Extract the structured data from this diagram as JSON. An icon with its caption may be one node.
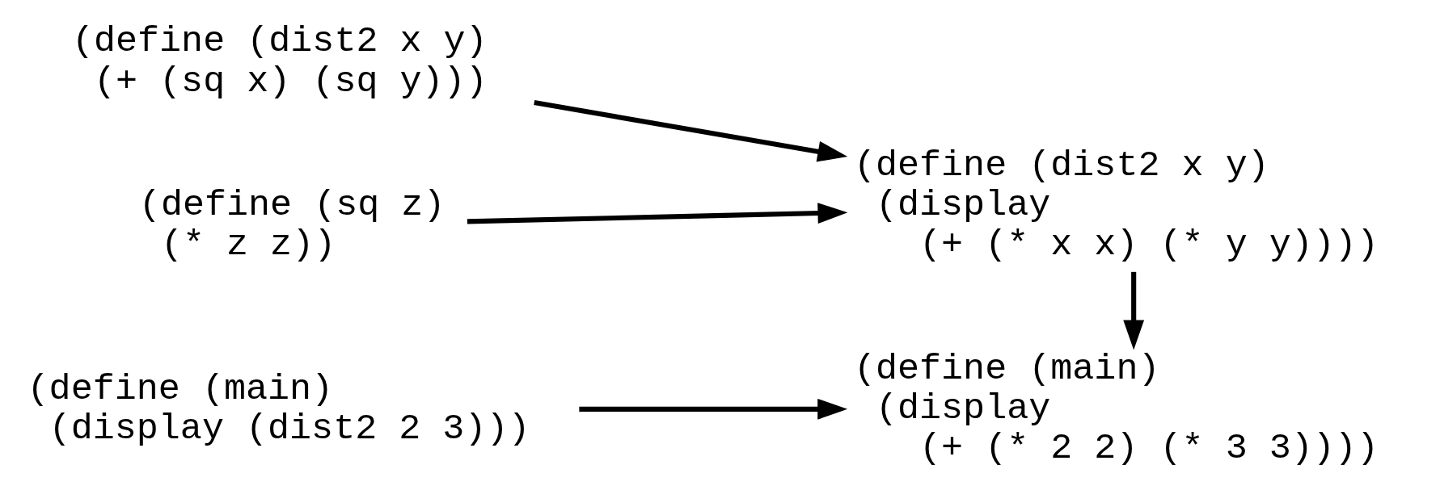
{
  "diagram": {
    "nodes": [
      {
        "text": [
          "(define (main)",
          "(display (dist2 2 3)))"
        ]
      },
      {
        "text": [
          "(define (dist2 x y)",
          "(+ (sq x) (sq y)))"
        ]
      },
      {
        "text": [
          "(define (sq z)",
          "(* z z))"
        ]
      },
      {
        "text": [
          "(define (main)",
          "(display",
          "(+ (* 2 2) (* 3 3))))"
        ]
      },
      {
        "text": [
          "(define (dist2 x y)",
          "(display",
          "(+ (* x x) (* y y))))"
        ]
      }
    ],
    "edges": [
      {
        "from": 0,
        "to": 3,
        "arrow": "to"
      },
      {
        "from": 1,
        "to": 4,
        "arrow": "to"
      },
      {
        "from": 2,
        "to": 4,
        "arrow": "to"
      },
      {
        "from": 4,
        "to": 3,
        "arrow": "to"
      }
    ]
  }
}
